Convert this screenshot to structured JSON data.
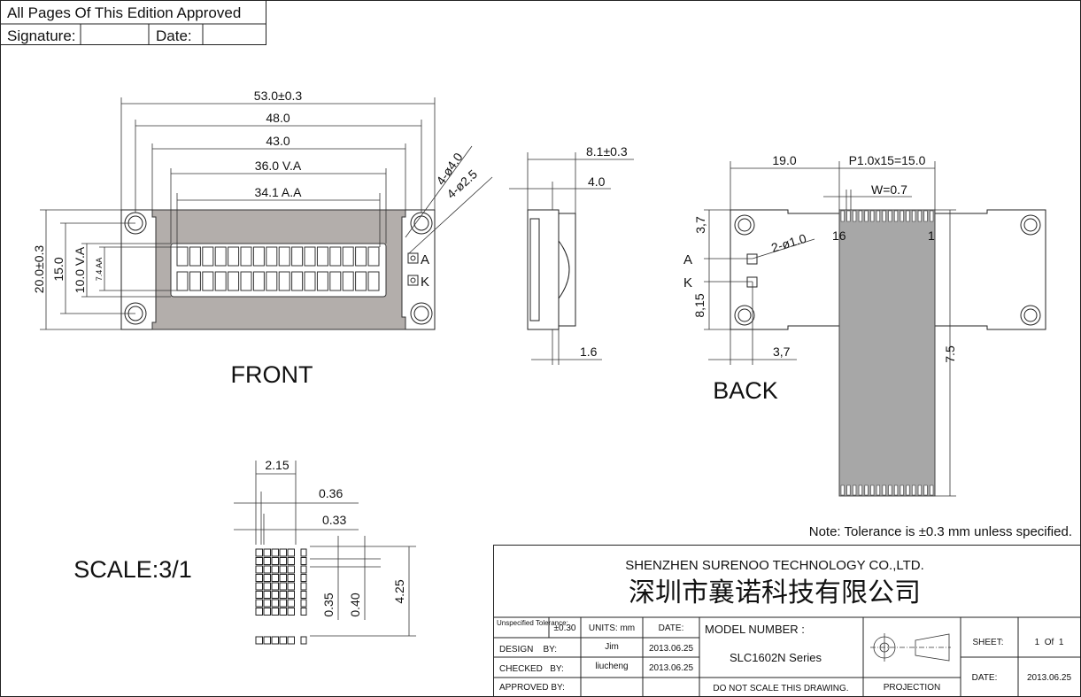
{
  "approval_box": {
    "title": "All Pages Of This Edition Approved",
    "signature_label": "Signature:",
    "date_label": "Date:"
  },
  "front": {
    "label": "FRONT",
    "dims": {
      "overall_width": "53.0±0.3",
      "hole_pitch": "48.0",
      "bezel": "43.0",
      "view_area": "36.0  V.A",
      "active_area": "34.1  A.A",
      "overall_height": "20.0±0.3",
      "hole_pitch_v": "15.0",
      "view_area_v": "10.0  V.A",
      "active_area_v": "7.4 AA",
      "hole_outer": "4-ø4.0",
      "hole_inner": "4-ø2.5"
    },
    "pad_a": "A",
    "pad_k": "K"
  },
  "side": {
    "dims": {
      "thickness": "8.1±0.3",
      "lcd": "4.0",
      "pcb": "1.6"
    }
  },
  "back": {
    "label": "BACK",
    "dims": {
      "offset": "19.0",
      "pitch": "P1.0x15=15.0",
      "width": "W=0.7",
      "pin16": "16",
      "pin1": "1",
      "top": "3,7",
      "led": "2-ø1.0",
      "bottom": "8,15",
      "lead_offset": "3,7",
      "cable_length": "7.5"
    },
    "pad_a": "A",
    "pad_k": "K"
  },
  "scale": {
    "label": "SCALE:3/1",
    "dims": {
      "char_w": "2.15",
      "dot_w": "0.36",
      "dot_p": "0.33",
      "dot_h": "0.35",
      "dot_hp": "0.40",
      "char_h": "4.25"
    }
  },
  "note": "Note: Tolerance is ±0.3 mm unless specified.",
  "title_block": {
    "company_en": "SHENZHEN SURENOO TECHNOLOGY CO.,LTD.",
    "company_cn": "深圳市襄诺科技有限公司",
    "tolerance_label": "Unspecified Tolerance:",
    "tolerance": "±0.30",
    "units": "UNITS: mm",
    "date_header": "DATE:",
    "design_label": "DESIGN    BY:",
    "designer": "Jim",
    "design_date": "2013.06.25",
    "checked_label": "CHECKED   BY:",
    "checker": "liucheng",
    "checked_date": "2013.06.25",
    "approved_label": "APPROVED BY:",
    "model_label": "MODEL NUMBER :",
    "model": "SLC1602N Series",
    "no_scale": "DO NOT SCALE THIS DRAWING.",
    "projection": "PROJECTION",
    "sheet_label": "SHEET:",
    "sheet": "1  Of  1",
    "date_label": "DATE:",
    "date": "2013.06.25"
  }
}
